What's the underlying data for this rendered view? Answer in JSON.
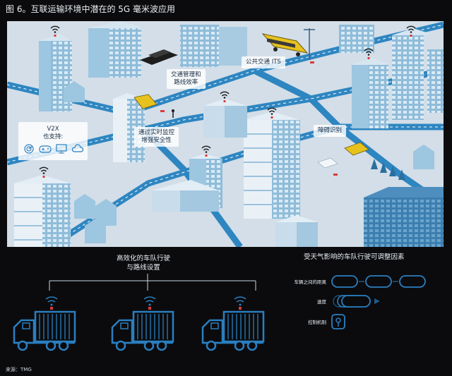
{
  "figure": {
    "title": "图 6。互联运输环境中潜在的 5G 毫米波应用",
    "source": "来源：TMG"
  },
  "city_labels": {
    "traffic_mgmt": [
      "交通管理和",
      "路线效率"
    ],
    "public_transport": "公共交通 ITS",
    "realtime_monitor": [
      "通过实时监控",
      "增强安全性"
    ],
    "obstacle": "障碍识别",
    "v2x": [
      "V2X",
      "也支持:"
    ]
  },
  "v2x_icons": [
    "radar-icon",
    "gamepad-icon",
    "computer-icon",
    "cloud-icon"
  ],
  "platoon": {
    "title": [
      "高效化的车队行驶",
      "与路线设置"
    ],
    "trucks": [
      "truck-icon",
      "truck-icon",
      "truck-icon"
    ]
  },
  "weather": {
    "title": "受天气影响的车队行驶可调整因素",
    "rows": [
      {
        "label": "车辆之间的距离",
        "icon": "distance-icon"
      },
      {
        "label": "速度",
        "icon": "speed-icon"
      },
      {
        "label": "控制机制",
        "icon": "control-icon"
      }
    ]
  },
  "colors": {
    "background": "#0b0b0d",
    "ground": "#d3dee8",
    "road": "#2e86c1",
    "building_light": "#b9d4e6",
    "building_mid": "#7fb3d5",
    "building_dark": "#2f6f9f",
    "accent_red": "#d83b3b",
    "bus_yellow": "#e7c21c",
    "icon_blue": "#2a7fc0"
  }
}
